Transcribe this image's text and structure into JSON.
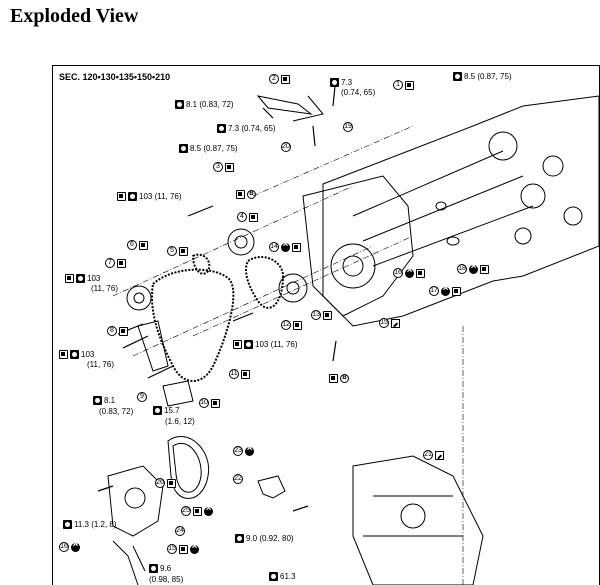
{
  "page_title": "Exploded View",
  "section_label": "SEC. 120•130•135•150•210",
  "torque_labels": {
    "t_8_1_top": "8.1 (0.83, 72)",
    "t_7_3_top": "7.3",
    "t_7_3_top_b": "(0.74, 65)",
    "t_8_5_right": "8.5 (0.87, 75)",
    "t_7_3_mid": "7.3 (0.74, 65)",
    "t_8_5_left": "8.5 (0.87, 75)",
    "t_103_a": "103 (11, 76)",
    "t_103_b": "103",
    "t_103_b2": "(11, 76)",
    "t_103_c": "103",
    "t_103_c2": "(11, 76)",
    "t_103_d": "103 (11, 76)",
    "t_8_1_low": "8.1",
    "t_8_1_low_b": "(0.83, 72)",
    "t_15_7": "15.7",
    "t_15_7_b": "(1.6, 12)",
    "t_11_3": "11.3 (1.2, 8)",
    "t_9_0": "9.0 (0.92, 80)",
    "t_9_6": "9.6",
    "t_9_6_b": "(0.98, 85)",
    "t_61_3": "61.3"
  },
  "callout_letter": "B",
  "part_numbers": [
    "1",
    "2",
    "3",
    "4",
    "5",
    "6",
    "7",
    "8",
    "9",
    "10",
    "11",
    "12",
    "13",
    "14",
    "15",
    "16",
    "17",
    "18",
    "19",
    "20",
    "21",
    "22",
    "23",
    "24",
    "25",
    "26"
  ],
  "icons": [
    "bolt-torque-icon",
    "engine-oil-icon",
    "do-not-reuse-icon",
    "sealant-icon",
    "oil-b-icon"
  ]
}
